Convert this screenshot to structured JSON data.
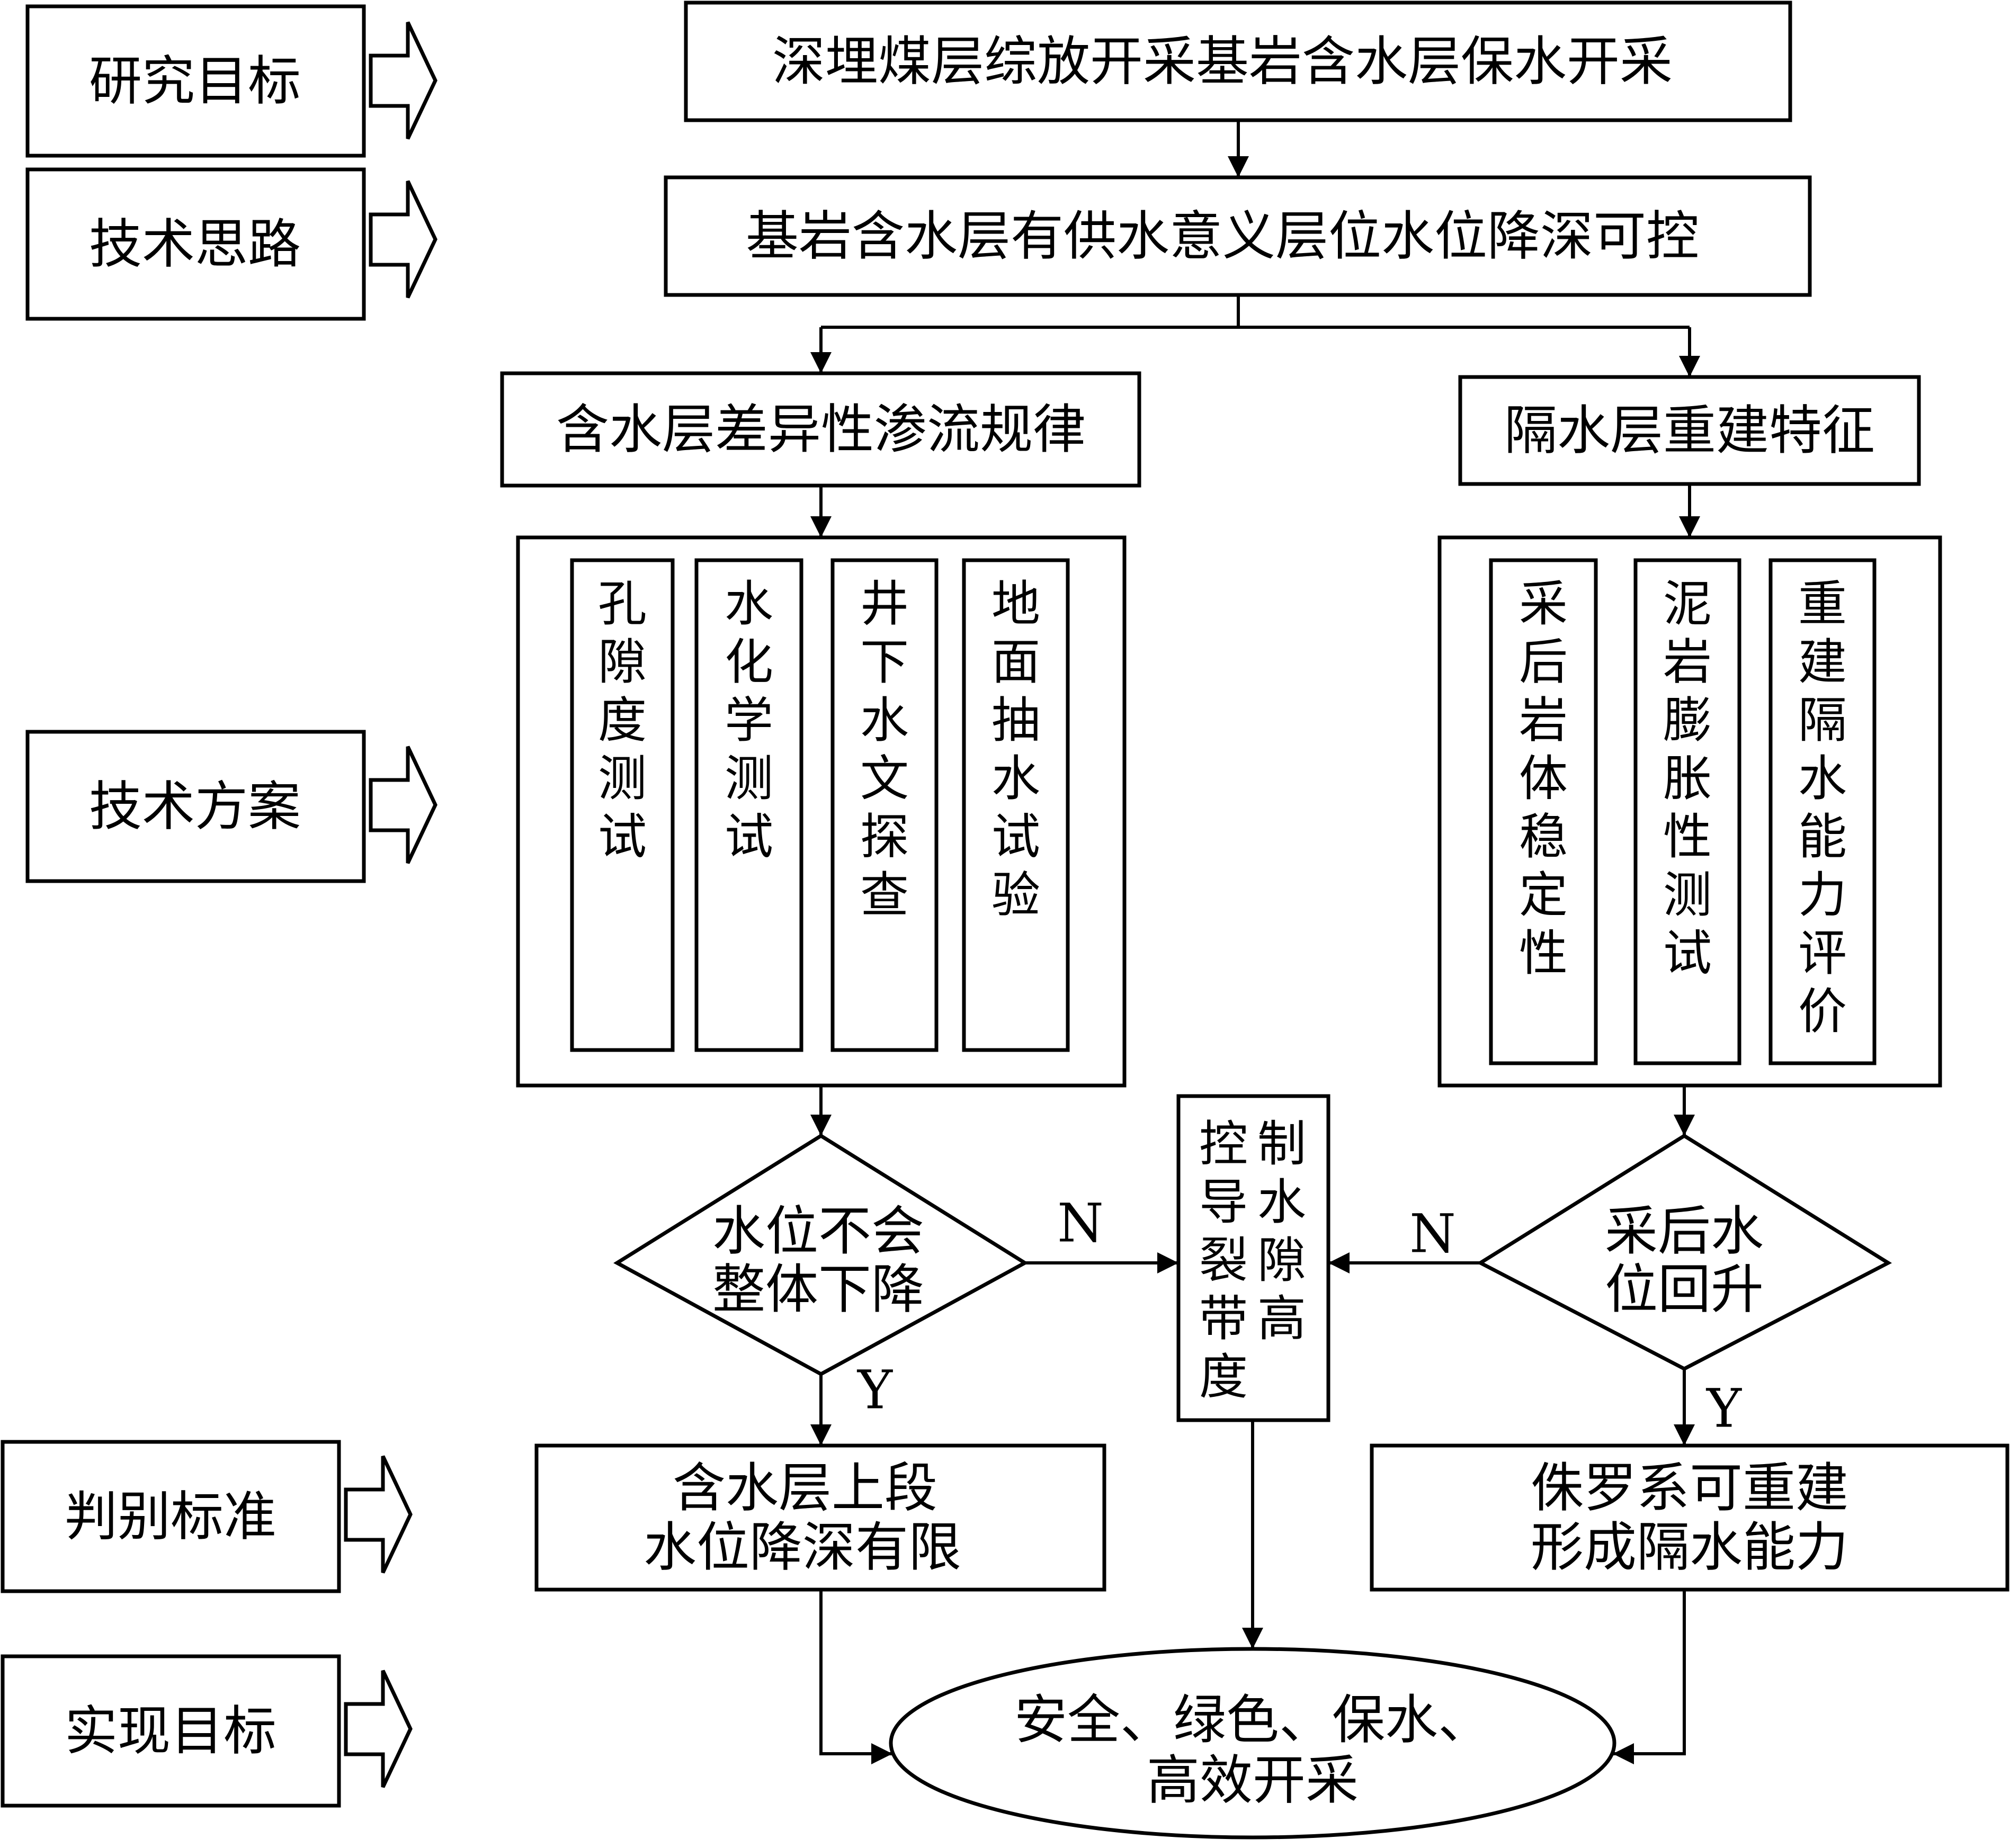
{
  "stages": {
    "goal": "研究目标",
    "approach": "技术思路",
    "scheme": "技术方案",
    "criteria": "判别标准",
    "outcome": "实现目标"
  },
  "goal_box": "深埋煤层综放开采基岩含水层保水开采",
  "approach_box": "基岩含水层有供水意义层位水位降深可控",
  "left_branch": {
    "title": "含水层差异性渗流规律",
    "tests": [
      "孔隙度测试",
      "水化学测试",
      "井下水文探查",
      "地面抽水试验"
    ],
    "decision": [
      "水位不会",
      "整体下降"
    ],
    "result": [
      "含水层上段",
      "水位降深有限"
    ]
  },
  "right_branch": {
    "title": "隔水层重建特征",
    "tests": [
      "采后岩体稳定性",
      "泥岩膨胀性测试",
      "重建隔水能力评价"
    ],
    "decision": [
      "采后水",
      "位回升"
    ],
    "result": [
      "侏罗系可重建",
      "形成隔水能力"
    ]
  },
  "control_box": "控制导水裂隙带高度",
  "final": [
    "安全、绿色、保水、",
    "高效开采"
  ],
  "labels": {
    "no": "N",
    "yes": "Y"
  }
}
